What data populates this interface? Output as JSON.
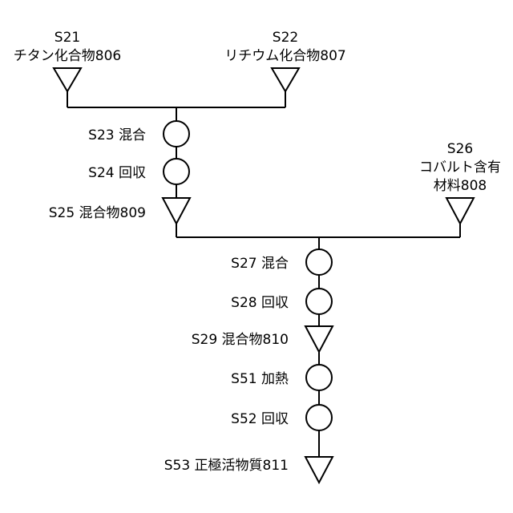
{
  "nodes": {
    "s21": {
      "id": "S21",
      "name": "チタン化合物806"
    },
    "s22": {
      "id": "S22",
      "name": "リチウム化合物807"
    },
    "s23": {
      "text": "S23 混合"
    },
    "s24": {
      "text": "S24 回収"
    },
    "s25": {
      "text": "S25 混合物809"
    },
    "s26": {
      "id": "S26",
      "name_line1": "コバルト含有",
      "name_line2": "材料808"
    },
    "s27": {
      "text": "S27 混合"
    },
    "s28": {
      "text": "S28 回収"
    },
    "s29": {
      "text": "S29 混合物810"
    },
    "s51": {
      "text": "S51 加熱"
    },
    "s52": {
      "text": "S52 回収"
    },
    "s53": {
      "text": "S53 正極活物質811"
    }
  }
}
